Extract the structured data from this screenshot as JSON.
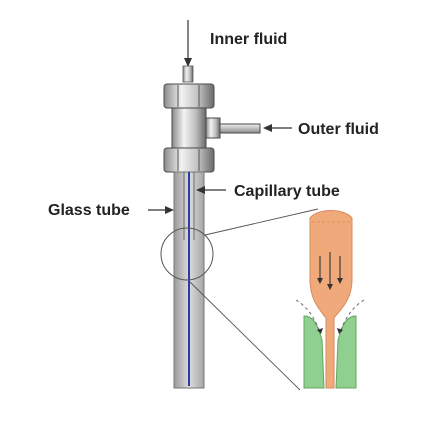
{
  "labels": {
    "inner_fluid": "Inner fluid",
    "outer_fluid": "Outer fluid",
    "capillary_tube": "Capillary tube",
    "glass_tube": "Glass tube"
  },
  "colors": {
    "background": "#ffffff",
    "metal_light": "#e8e8e8",
    "metal_dark": "#6e6e6e",
    "tube_gray": "#c9c9c9",
    "inner_line": "#2a3aa8",
    "orange_fluid": "#f0a97a",
    "orange_edge": "#d98a5c",
    "green_fluid": "#8fcf8f",
    "green_edge": "#5fa85f",
    "text": "#222222"
  },
  "icons": {
    "inner_arrow": "arrow-down-icon",
    "outer_arrow": "arrow-left-icon",
    "capillary_arrow": "arrow-left-icon",
    "glass_arrow": "arrow-right-icon",
    "flow_arrows": "arrow-down-icon"
  }
}
